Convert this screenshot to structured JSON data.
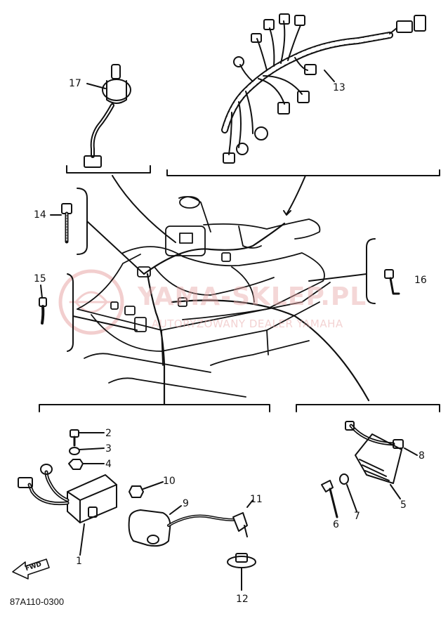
{
  "diagram": {
    "part_labels": [
      {
        "id": "1",
        "text": "1"
      },
      {
        "id": "2",
        "text": "2"
      },
      {
        "id": "3",
        "text": "3"
      },
      {
        "id": "4",
        "text": "4"
      },
      {
        "id": "5",
        "text": "5"
      },
      {
        "id": "6",
        "text": "6"
      },
      {
        "id": "7",
        "text": "7"
      },
      {
        "id": "8",
        "text": "8"
      },
      {
        "id": "9",
        "text": "9"
      },
      {
        "id": "10",
        "text": "10"
      },
      {
        "id": "11",
        "text": "11"
      },
      {
        "id": "12",
        "text": "12"
      },
      {
        "id": "13",
        "text": "13"
      },
      {
        "id": "14",
        "text": "14"
      },
      {
        "id": "15",
        "text": "15"
      },
      {
        "id": "16",
        "text": "16"
      },
      {
        "id": "17",
        "text": "17"
      }
    ],
    "fwd_label": "FWD",
    "diagram_code": "87A110-0300",
    "watermark": {
      "main": "YAMA-SKLEP.PL",
      "sub": "AUTORYZOWANY DEALER YAMAHA"
    }
  }
}
